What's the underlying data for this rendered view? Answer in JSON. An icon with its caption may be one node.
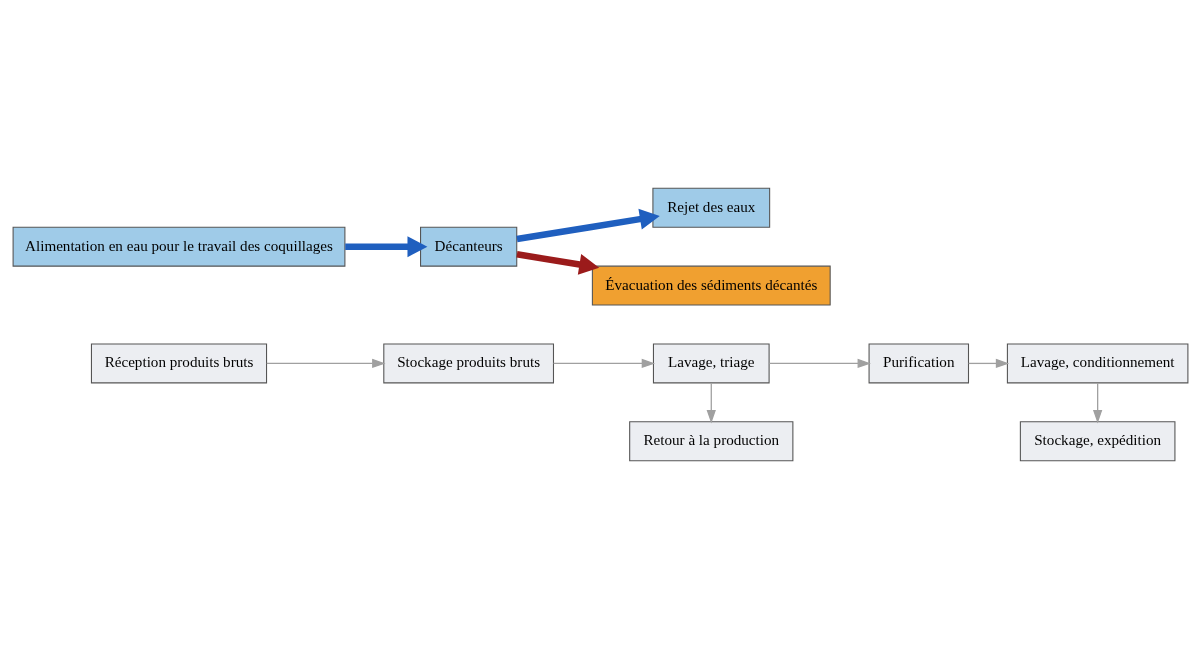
{
  "diagram": {
    "nodes": [
      {
        "text": [
          "Réception produits bruts"
        ]
      },
      {
        "text": [
          "Stockage produits bruts"
        ]
      },
      {
        "text": [
          "Lavage, triage"
        ]
      },
      {
        "text": [
          "Retour à la production"
        ]
      },
      {
        "text": [
          "Purification"
        ]
      },
      {
        "text": [
          "Lavage, conditionnement"
        ]
      },
      {
        "text": [
          "Stockage, expédition"
        ]
      },
      {
        "text": [
          "Alimentation en eau pour le travail des coquillages"
        ]
      },
      {
        "text": [
          "Décanteurs"
        ]
      },
      {
        "text": [
          "Rejet des eaux"
        ]
      },
      {
        "text": [
          "Évacuation des sédiments décantés"
        ]
      }
    ],
    "edges": [
      {
        "from": 0,
        "to": 1,
        "arrow": "to"
      },
      {
        "from": 1,
        "to": 2,
        "arrow": "to"
      },
      {
        "from": 2,
        "to": 3,
        "arrow": "to"
      },
      {
        "from": 2,
        "to": 4,
        "arrow": "to"
      },
      {
        "from": 4,
        "to": 5,
        "arrow": "to"
      },
      {
        "from": 5,
        "to": 6,
        "arrow": "to"
      },
      {
        "from": 7,
        "to": 8,
        "arrow": "to",
        "style": "thick",
        "color": "#1f5fbf"
      },
      {
        "from": 8,
        "to": 9,
        "arrow": "to",
        "style": "thick",
        "color": "#1f5fbf"
      },
      {
        "from": 8,
        "to": 10,
        "arrow": "to",
        "style": "thick",
        "color": "#9b1b1b"
      }
    ]
  }
}
